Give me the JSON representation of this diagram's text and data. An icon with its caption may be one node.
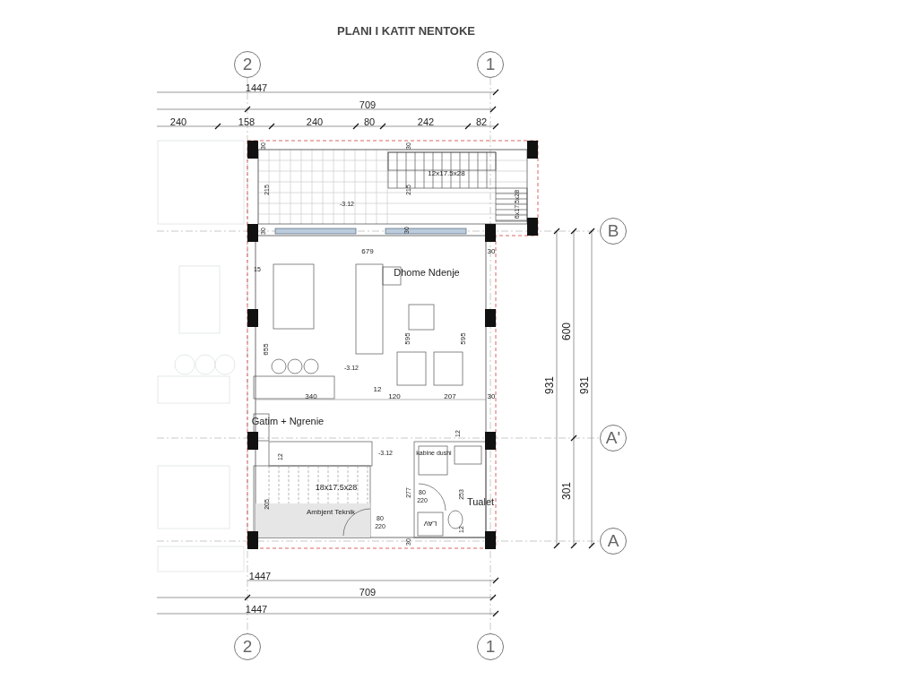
{
  "diagram": {
    "title": "PLANI I KATIT NENTOKE",
    "nodes": [
      {
        "text": [
          "2"
        ]
      },
      {
        "text": [
          "1"
        ]
      },
      {
        "text": [
          "B"
        ]
      },
      {
        "text": [
          "A'"
        ]
      },
      {
        "text": [
          "A"
        ]
      },
      {
        "text": [
          "2"
        ]
      },
      {
        "text": [
          "1"
        ]
      }
    ],
    "labels": [
      "1447",
      "709",
      "240",
      "158",
      "240",
      "80",
      "242",
      "82",
      "30",
      "30",
      "12x17.5x28",
      "215",
      "215",
      "6x17.5x28",
      "-3.12",
      "30",
      "30",
      "679",
      "30",
      "15",
      "Dhome Ndenje",
      "595",
      "595",
      "655",
      "-3.12",
      "12",
      "340",
      "120",
      "207",
      "30",
      "Gatim + Ngrenie",
      "12",
      "-3.12",
      "kabine dushi",
      "12",
      "18x17.5x28",
      "277",
      "80",
      "220",
      "253",
      "Tualet",
      "205",
      "Ambjent Teknik",
      "80",
      "220",
      "LAV",
      "12",
      "30",
      "600",
      "931",
      "931",
      "301",
      "1447",
      "709",
      "1447"
    ]
  }
}
